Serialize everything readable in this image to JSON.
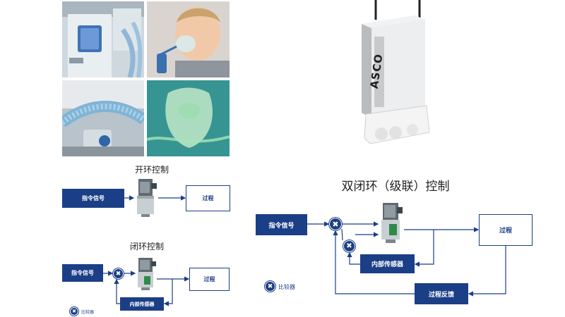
{
  "photos": {
    "brand_logo": "ASCO"
  },
  "open_loop": {
    "title": "开环控制",
    "command_signal": "指令信号",
    "process": "过程"
  },
  "closed_loop": {
    "title": "闭环控制",
    "command_signal": "指令信号",
    "process": "过程",
    "internal_sensor": "内部传感器",
    "comparator_symbol": "✖",
    "legend_label": "比较器"
  },
  "cascade": {
    "title": "双闭环（级联）控制",
    "command_signal": "指令信号",
    "process": "过程",
    "internal_sensor": "内部传感器",
    "process_feedback": "过程反馈",
    "comparator_symbol": "✖",
    "legend_label": "比较器"
  },
  "colors": {
    "navy": "#1b3f86",
    "line": "#1b3f86"
  }
}
